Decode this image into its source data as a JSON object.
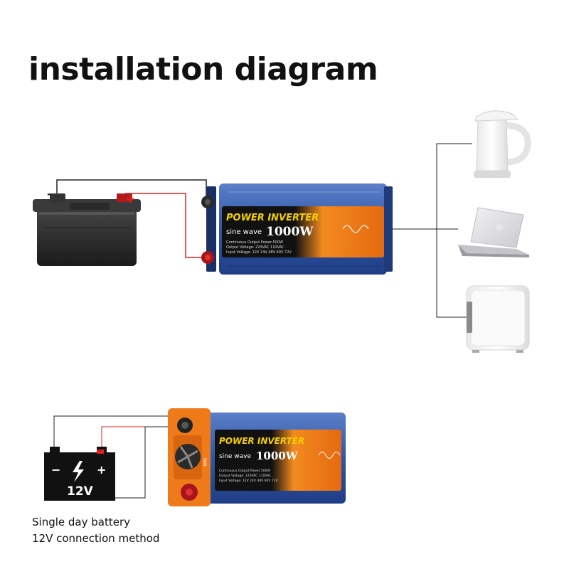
{
  "title": "installation diagram",
  "battery_top": {
    "minus_label": "-",
    "plus_label": "+"
  },
  "inverter_top": {
    "brand": "POWER INVERTER",
    "model_prefix": "sine wave",
    "model_power": "1000W",
    "spec_line_1": "Continuous Output Power:500W",
    "spec_line_2": "Output Voltage: 220VAC  110VAC",
    "spec_line_3": "Input Voltage: 12V  24V  48V  60V  72V"
  },
  "inverter_bottom": {
    "brand": "POWER INVERTER",
    "model_prefix": "sine wave",
    "model_power": "1000W",
    "fan_label": "FAN",
    "spec_line_1": "Continuous Output Power:500W",
    "spec_line_2": "Output Voltage: 220VAC  110VAC",
    "spec_line_3": "Input Voltage: 12V  24V  48V  60V  72V"
  },
  "battery_icon": {
    "minus": "−",
    "plus": "+",
    "voltage": "12V"
  },
  "caption": {
    "line1": "Single day battery",
    "line2": "12V connection method"
  },
  "colors": {
    "inverter_blue": "#2f56a8",
    "inverter_orange": "#ef7a1a",
    "positive_wire": "#e02020",
    "negative_wire": "#222222",
    "terminal_red": "#a8141c"
  },
  "icons": [
    "battery-icon",
    "kettle-icon",
    "laptop-icon",
    "mini-fridge-icon",
    "lightning-icon",
    "fan-icon"
  ]
}
